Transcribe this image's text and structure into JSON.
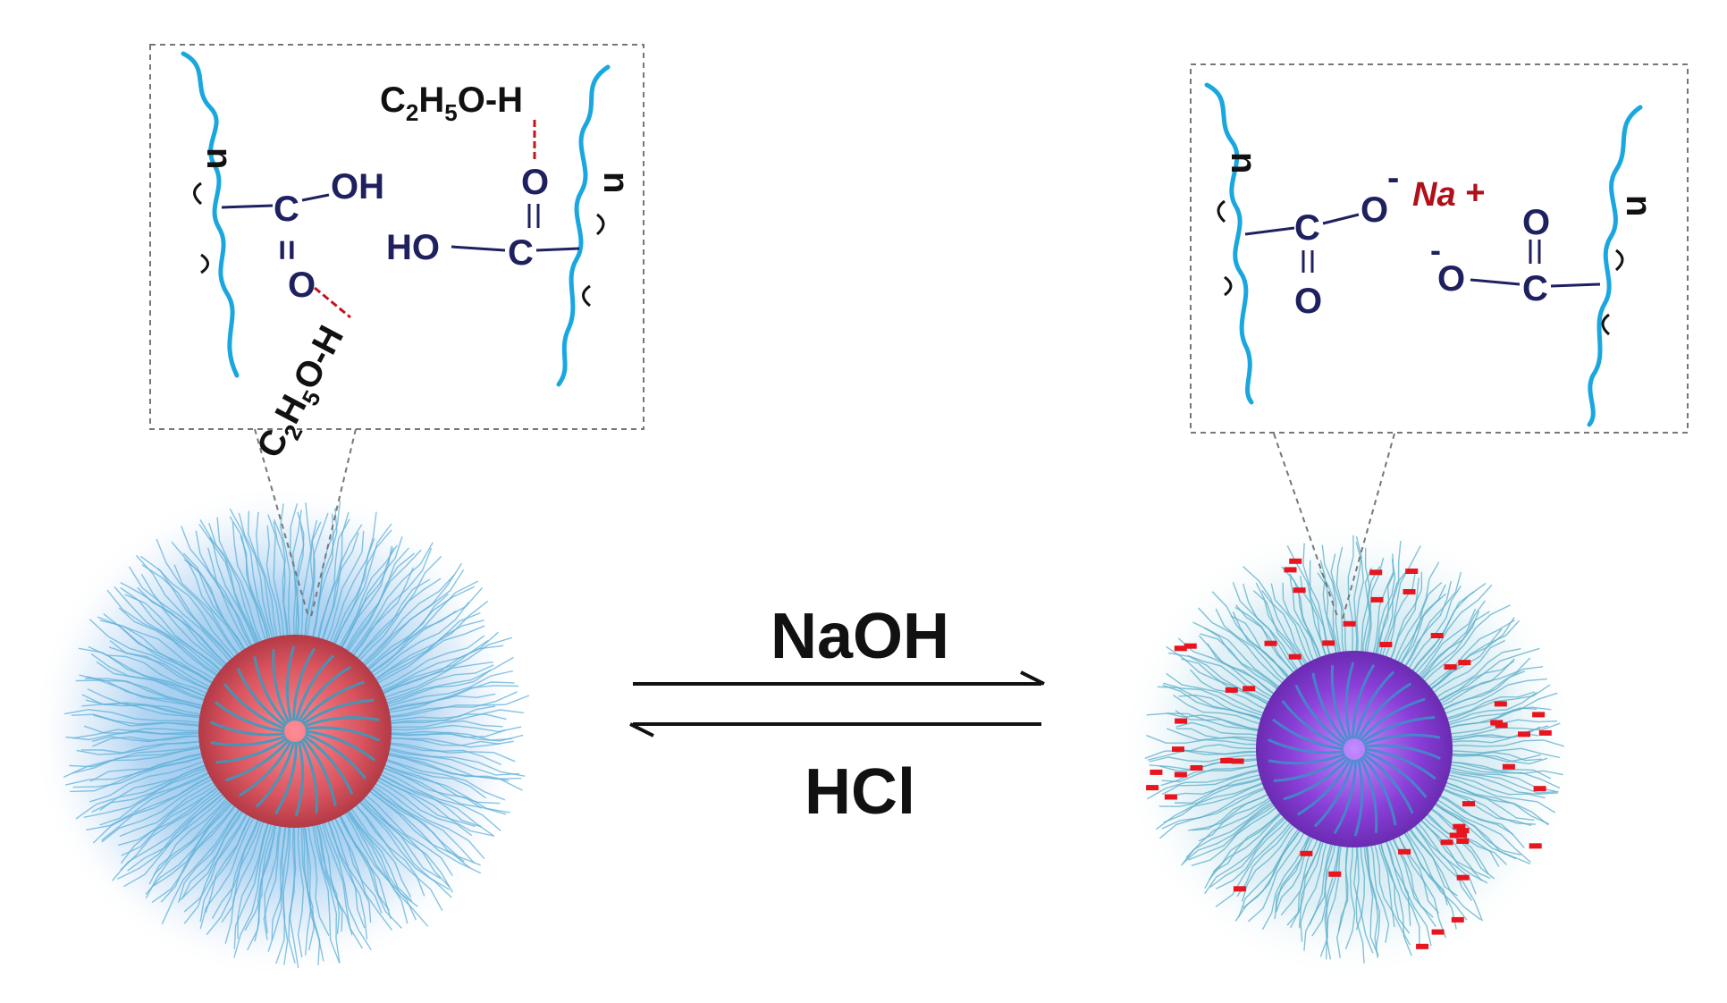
{
  "reaction": {
    "forward_reagent": "NaOH",
    "reverse_reagent": "HCl"
  },
  "left_inset": {
    "repeat_label": "n",
    "group_left_C": "C",
    "group_left_OH": "OH",
    "group_left_dbl": "=",
    "group_left_O": "O",
    "ethanol_top": {
      "main": "C",
      "sub1": "2",
      "mid": "H",
      "sub2": "5",
      "tail": "O-H"
    },
    "ethanol_bottom": {
      "main": "C",
      "sub1": "2",
      "mid": "H",
      "sub2": "5",
      "tail": "O-H"
    },
    "group_right_HO": "HO",
    "group_right_C": "C",
    "group_right_O": "O"
  },
  "right_inset": {
    "repeat_label": "n",
    "group_left_C": "C",
    "group_left_Ominus": "O",
    "group_left_O": "O",
    "minus": "-",
    "cation": "Na",
    "plus": "+",
    "group_right_Ominus": "O",
    "group_right_C": "C",
    "group_right_O": "O"
  },
  "colors": {
    "chain": "#1aa7e0",
    "chem_text": "#1f2060",
    "hbond": "#c0141e",
    "charge": "#e8141e",
    "left_core": "#e25a63",
    "right_core": "#8a3fd8",
    "corona": "#5fb0d8"
  },
  "negative_charge_count": 55
}
